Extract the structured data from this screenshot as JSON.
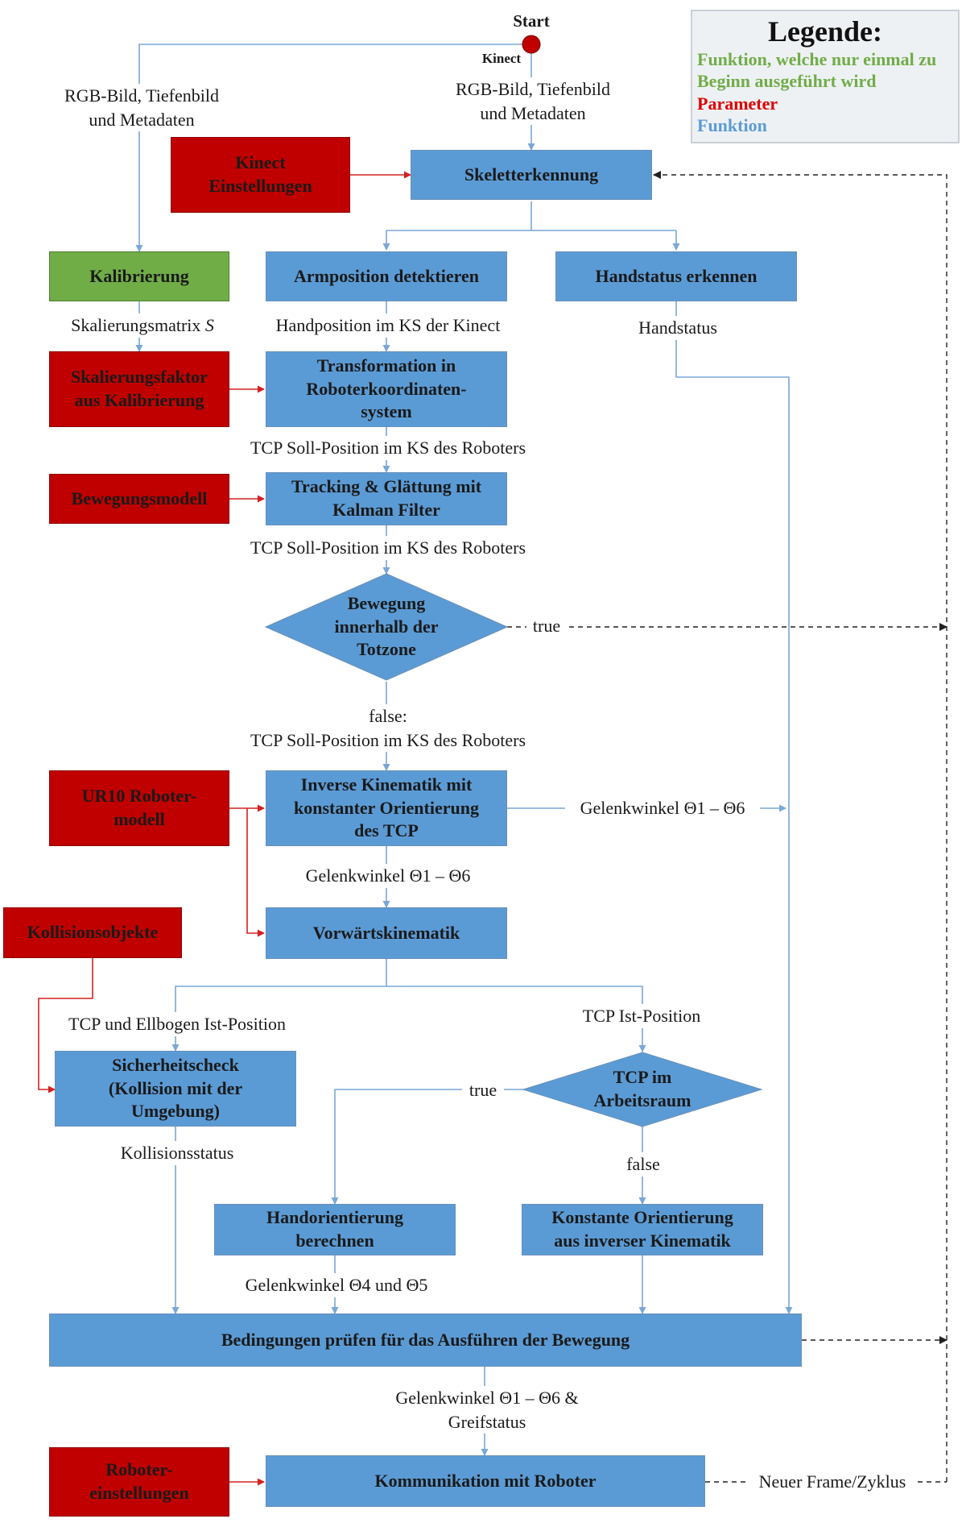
{
  "legend": {
    "title": "Legende:",
    "once": "Funktion, welche nur einmal zu Beginn ausgeführt wird",
    "parameter": "Parameter",
    "funktion": "Funktion",
    "colors": {
      "once": "#70ad47",
      "parameter": "#e00000",
      "funktion": "#5b9bd5"
    }
  },
  "start": {
    "label": "Start",
    "kinect": "Kinect"
  },
  "boxes": {
    "skelett": "Skeletterkennung",
    "kinect_einstellungen": "Kinect\nEinstellungen",
    "kalibrierung": "Kalibrierung",
    "armposition": "Armposition detektieren",
    "handstatus": "Handstatus erkennen",
    "skalierungsfaktor": "Skalierungsfaktor\naus Kalibrierung",
    "transformation": "Transformation in\nRoboterkoordinaten-\nsystem",
    "bewegungsmodell": "Bewegungsmodell",
    "tracking": "Tracking & Glättung mit\nKalman Filter",
    "totzone": "Bewegung\ninnerhalb der\nTotzone",
    "ur10": "UR10 Roboter-\nmodell",
    "inverse": "Inverse Kinematik mit\nkonstanter Orientierung\ndes TCP",
    "kollisionsobjekte": "Kollisionsobjekte",
    "vorwaerts": "Vorwärtskinematik",
    "sicherheit": "Sicherheitscheck\n(Kollision mit der\nUmgebung)",
    "arbeitsraum": "TCP im\nArbeitsraum",
    "handorientierung": "Handorientierung\nberechnen",
    "konstante": "Konstante Orientierung\naus inverser Kinematik",
    "bedingungen": "Bedingungen prüfen für das Ausführen der Bewegung",
    "robotereinst": "Roboter-\neinstellungen",
    "kommunikation": "Kommunikation mit Roboter"
  },
  "labels": {
    "rgb_left": "RGB-Bild, Tiefenbild\nund Metadaten",
    "rgb_top": "RGB-Bild, Tiefenbild\nund Metadaten",
    "skalierungsmatrix": "Skalierungsmatrix ",
    "skalierungsmatrix_symbol": "S",
    "handposition": "Handposition im KS der Kinect",
    "handstatus_out": "Handstatus",
    "tcp_soll_1": "TCP Soll-Position im KS des Roboters",
    "tcp_soll_2": "TCP Soll-Position im KS des Roboters",
    "true_totzone": "true",
    "false_tcp_soll": "false:\nTCP Soll-Position im KS des Roboters",
    "gelenk_right": "Gelenkwinkel Θ1 – Θ6",
    "gelenk_mid": "Gelenkwinkel Θ1 – Θ6",
    "tcp_ellbogen": "TCP und Ellbogen Ist-Position",
    "tcp_ist": "TCP Ist-Position",
    "true_arbeitsraum": "true",
    "false_arbeitsraum": "false",
    "kollisionsstatus": "Kollisionsstatus",
    "gelenk_45": "Gelenkwinkel Θ4 und Θ5",
    "gelenk_greif": "Gelenkwinkel Θ1 – Θ6 &\nGreifstatus",
    "neuer_frame": "Neuer Frame/Zyklus"
  }
}
